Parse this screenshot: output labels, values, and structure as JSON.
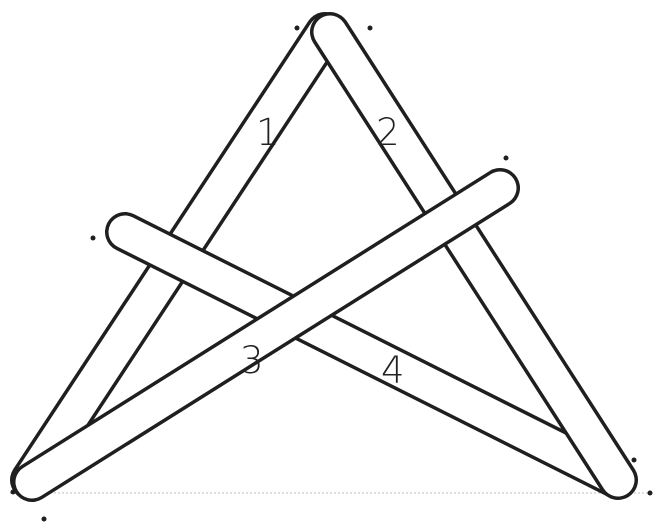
{
  "diagram": {
    "title": "",
    "stick_labels": [
      "1",
      "2",
      "3",
      "4"
    ],
    "colors": {
      "outline": "#1f1f1f",
      "fill": "#ffffff",
      "label": "#222222"
    }
  }
}
